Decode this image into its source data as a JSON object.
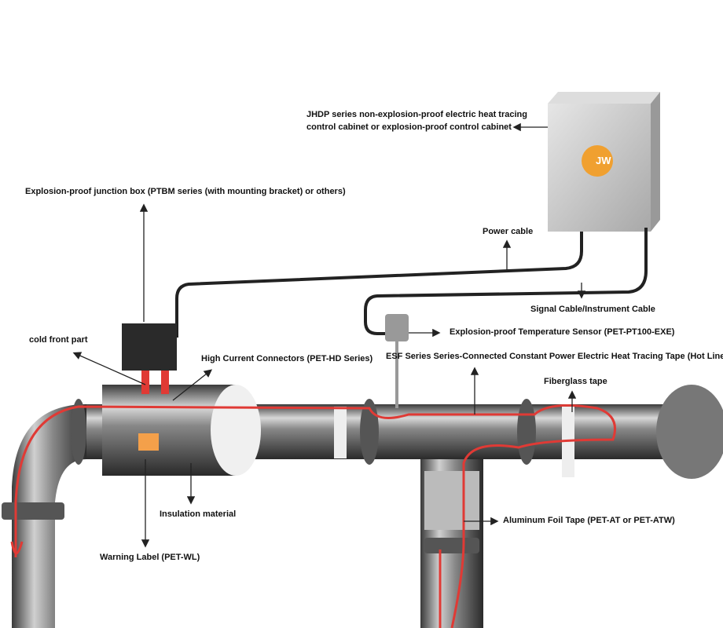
{
  "labels": {
    "cabinet_line1": "JHDP series non-explosion-proof electric heat tracing",
    "cabinet_line2": "control cabinet or explosion-proof control cabinet",
    "junction_box": "Explosion-proof junction box (PTBM series (with mounting bracket) or others)",
    "power_cable": "Power cable",
    "signal_cable": "Signal Cable/Instrument Cable",
    "cold_front": "cold front part",
    "connectors": "High Current Connectors (PET-HD Series)",
    "temp_sensor": "Explosion-proof Temperature Sensor (PET-PT100-EXE)",
    "esf_tape": "ESF Series Series-Connected Constant Power Electric Heat Tracing Tape (Hot Line)",
    "fiberglass": "Fiberglass tape",
    "insulation": "Insulation material",
    "aluminum": "Aluminum Foil Tape (PET-AT or PET-ATW)",
    "warning": "Warning Label (PET-WL)"
  },
  "logo_text": "JW",
  "colors": {
    "heat_tape": "#e03a35",
    "label_orange": "#f4a04a",
    "logo": "#f0a030"
  }
}
